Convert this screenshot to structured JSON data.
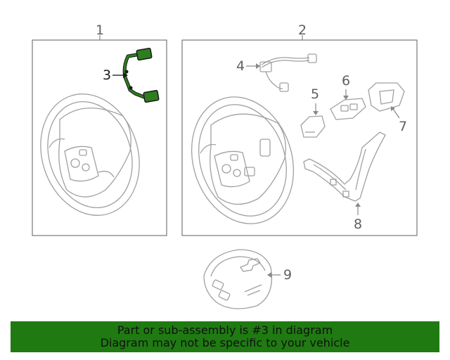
{
  "callouts": {
    "c1": "1",
    "c2": "2",
    "c3": "3",
    "c4": "4",
    "c5": "5",
    "c6": "6",
    "c7": "7",
    "c8": "8",
    "c9": "9"
  },
  "banner": {
    "line1": "Part or sub-assembly is #3 in diagram",
    "line2": "Diagram may not be specific to your vehicle"
  },
  "colors": {
    "highlight_part": "#2e7d1f",
    "banner_bg": "#1f7a12",
    "line_art": "#9a9a9a"
  }
}
